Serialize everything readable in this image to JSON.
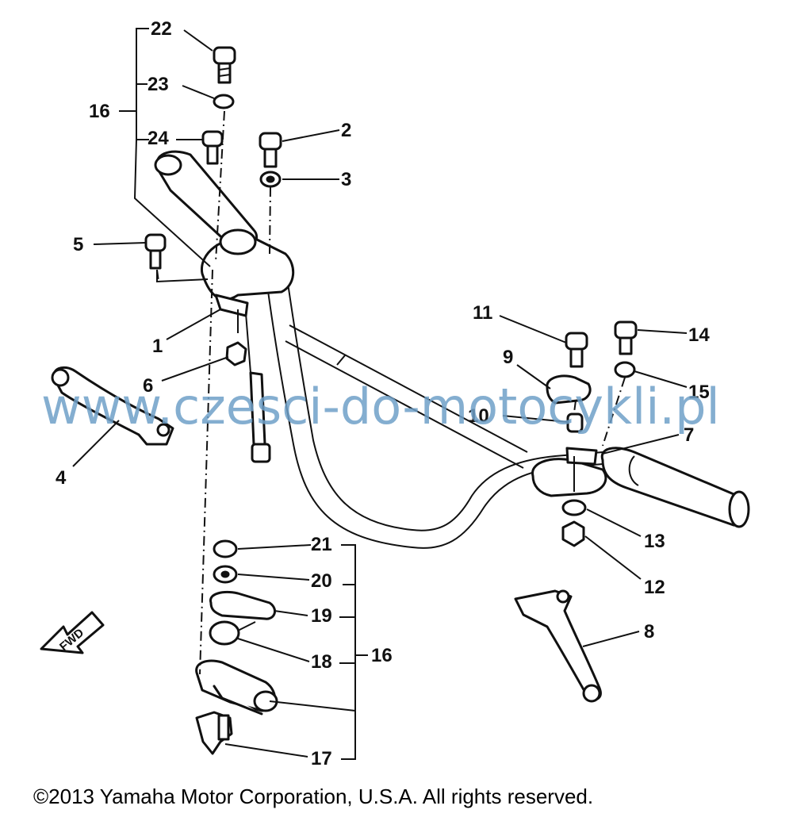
{
  "callouts": [
    "22",
    "23",
    "16",
    "24",
    "2",
    "3",
    "5",
    "1",
    "6",
    "4",
    "11",
    "14",
    "9",
    "15",
    "10",
    "7",
    "13",
    "12",
    "21",
    "20",
    "19",
    "18",
    "16",
    "8",
    "17"
  ],
  "fwd_label": "FWD",
  "watermark": "www.czesci-do-motocykli.pl",
  "copyright": "©2013 Yamaha Motor Corporation, U.S.A. All rights reserved.",
  "icons": [
    "bolt-icon",
    "washer-icon",
    "nut-icon",
    "lever-icon",
    "grip-icon",
    "fwd-arrow-icon"
  ]
}
